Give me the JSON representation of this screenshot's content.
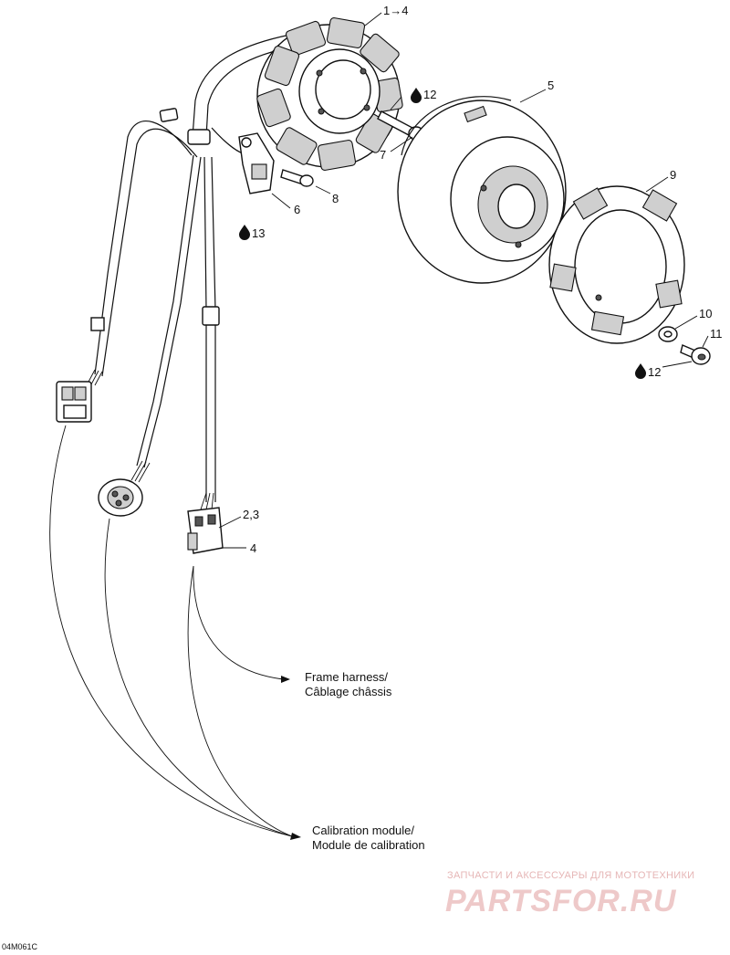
{
  "callouts": {
    "c1_4": "1→4",
    "c12a": "12",
    "c5": "5",
    "c7": "7",
    "c8": "8",
    "c6": "6",
    "c13": "13",
    "c9": "9",
    "c10": "10",
    "c11": "11",
    "c12b": "12",
    "c2_3": "2,3",
    "c4": "4"
  },
  "notes": {
    "frame_line1": "Frame harness/",
    "frame_line2": "Câblage châssis",
    "calib_line1": "Calibration module/",
    "calib_line2": "Module de calibration"
  },
  "watermark": {
    "tagline": "ЗАПЧАСТИ И АКСЕССУАРЫ ДЛЯ МОТОТЕХНИКИ",
    "brand": "PARTSFOR.RU"
  },
  "drawing_code": "04M061C",
  "colors": {
    "line": "#111111",
    "watermark": "#eec9c9"
  }
}
